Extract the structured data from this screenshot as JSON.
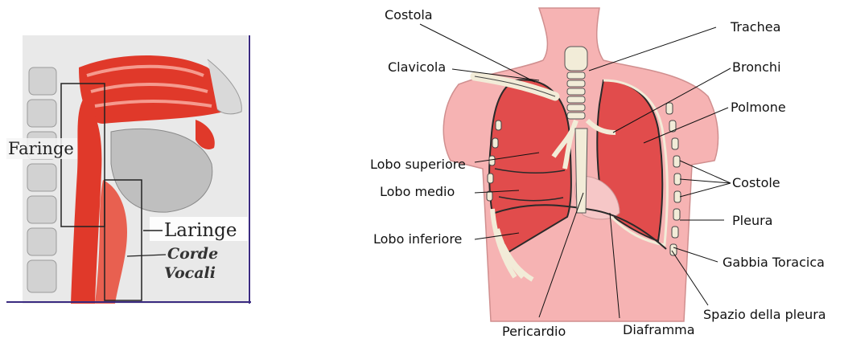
{
  "throat_diagram": {
    "labels": {
      "faringe": "Faringe",
      "laringe": "Laringe",
      "corde": "Corde",
      "vocali": "Vocali"
    },
    "colors": {
      "tissue_red": "#e0392a",
      "bone_gray": "#c8c8c8",
      "frame": "#3a2a80"
    }
  },
  "chest_diagram": {
    "labels": {
      "costola": "Costola",
      "clavicola": "Clavicola",
      "trachea": "Trachea",
      "bronchi": "Bronchi",
      "polmone": "Polmone",
      "lobo_superiore": "Lobo superiore",
      "lobo_medio": "Lobo medio",
      "lobo_inferiore": "Lobo inferiore",
      "costole": "Costole",
      "pleura": "Pleura",
      "gabbia_toracica": "Gabbia Toracica",
      "spazio_pleura": "Spazio della pleura",
      "pericardio": "Pericardio",
      "diaframma": "Diaframma"
    },
    "colors": {
      "skin": "#f6b3b3",
      "lung": "#e14c4c",
      "bone": "#f2ecd8",
      "outline": "#2a2a2a"
    }
  }
}
